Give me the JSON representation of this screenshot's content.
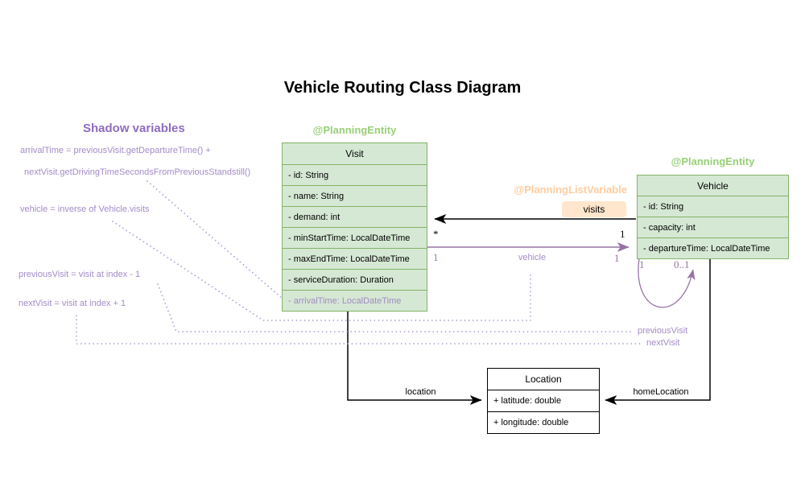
{
  "title": "Vehicle Routing Class Diagram",
  "shadow_panel": {
    "heading": "Shadow variables",
    "arrival_line1": "arrivalTime = previousVisit.getDepartureTime() +",
    "arrival_line2": "nextVisit.getDrivingTimeSecondsFromPreviousStandstill()",
    "vehicle_line": "vehicle = inverse of Vehicle.visits",
    "previous_line": "previousVisit = visit at index - 1",
    "next_line": "nextVisit = visit at index + 1"
  },
  "classes": {
    "visit": {
      "annotation": "@PlanningEntity",
      "name": "Visit",
      "attributes": [
        "- id: String",
        "- name: String",
        "- demand: int",
        "- minStartTime: LocalDateTime",
        "- maxEndTime: LocalDateTime",
        "- serviceDuration: Duration",
        "- arrivalTime: LocalDateTime"
      ]
    },
    "vehicle": {
      "annotation": "@PlanningEntity",
      "name": "Vehicle",
      "attributes": [
        "- id: String",
        "- capacity: int",
        "- departureTime: LocalDateTime"
      ]
    },
    "location": {
      "name": "Location",
      "attributes": [
        "+ latitude: double",
        "+ longitude: double"
      ]
    }
  },
  "relations": {
    "visits": {
      "annotation": "@PlanningListVariable",
      "label": "visits",
      "mult_visit_side": "*",
      "mult_vehicle_side": "1"
    },
    "vehicle": {
      "label": "vehicle",
      "mult_visit_side": "1",
      "mult_vehicle_side": "1"
    },
    "loop": {
      "mult_start": "1",
      "mult_end": "0..1",
      "label_previous": "previousVisit",
      "label_next": "nextVisit"
    },
    "location": {
      "label": "location"
    },
    "home_location": {
      "label": "homeLocation"
    }
  },
  "colors": {
    "green_fill": "#d5e8d4",
    "green_stroke": "#82b366",
    "green_annotation": "#97d077",
    "orange_annotation": "#ffcc9e",
    "orange_fill": "#ffe6cc",
    "purple_line": "#9673a6",
    "purple_text": "#a48bc8",
    "purple_dotted": "#b29fd6",
    "black": "#000000"
  }
}
